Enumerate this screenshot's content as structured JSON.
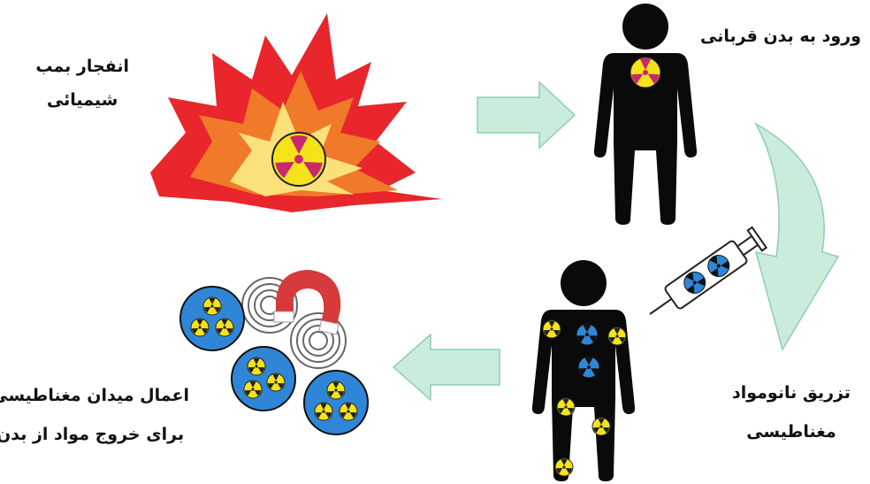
{
  "labels": {
    "explosion": {
      "line1": "انفجار بمب",
      "line2": "شیمیائی"
    },
    "entry": "ورود به بدن قربانی",
    "injection": {
      "line1": "تزریق نانومواد",
      "line2": "مغناطیسی"
    },
    "magnetic": {
      "line1": "اعمال میدان مغناطیسی",
      "line2": "برای خروج مواد از بدن"
    }
  },
  "colors": {
    "explosion_outer": "#e8262b",
    "explosion_mid": "#f07a2a",
    "explosion_inner": "#fbe17a",
    "hazard_yellow": "#f5e21b",
    "hazard_magenta": "#c8286d",
    "arrow_green": "#c9ecdc",
    "arrow_green_stroke": "#8fcfb0",
    "body_black": "#0a0a0a",
    "particle_blue": "#2f86d6",
    "magnet_red": "#d63a3a"
  },
  "icons": [
    "explosion-icon",
    "victim-body-icon",
    "syringe-icon",
    "nanoparticle-icon",
    "magnet-icon",
    "radiation-icon"
  ]
}
